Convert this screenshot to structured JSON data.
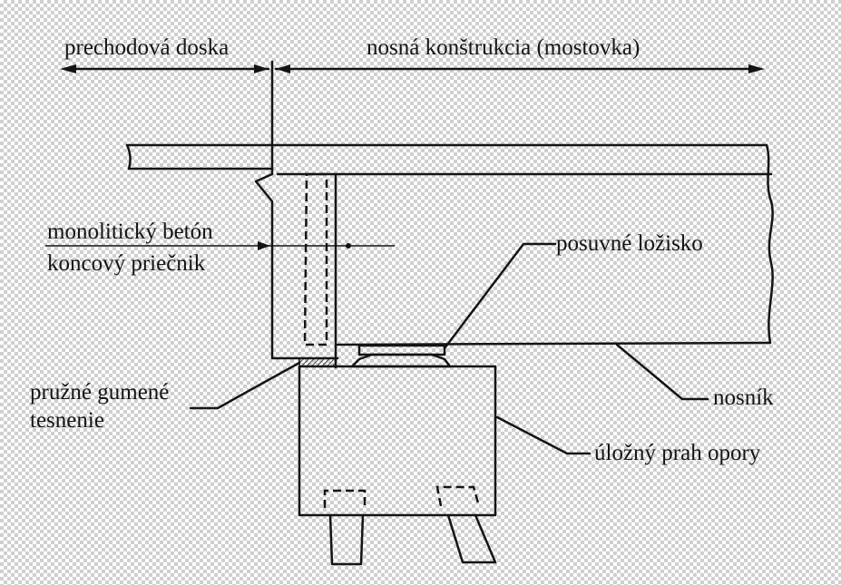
{
  "colors": {
    "ink": "#141414",
    "checker_light": "#ffffff",
    "checker_dark": "#cfcfcf"
  },
  "labels": {
    "approach_slab": "prechodová doska",
    "superstructure": "nosná konštrukcia (mostovka)",
    "monolithic_concrete": "monolitický betón",
    "end_crossbeam": "koncový priečnik",
    "sliding_bearing": "posuvné ložisko",
    "rubber_seal_line1": "pružné gumené",
    "rubber_seal_line2": "tesnenie",
    "girder": "nosník",
    "abutment_seat": "úložný prah opory"
  }
}
